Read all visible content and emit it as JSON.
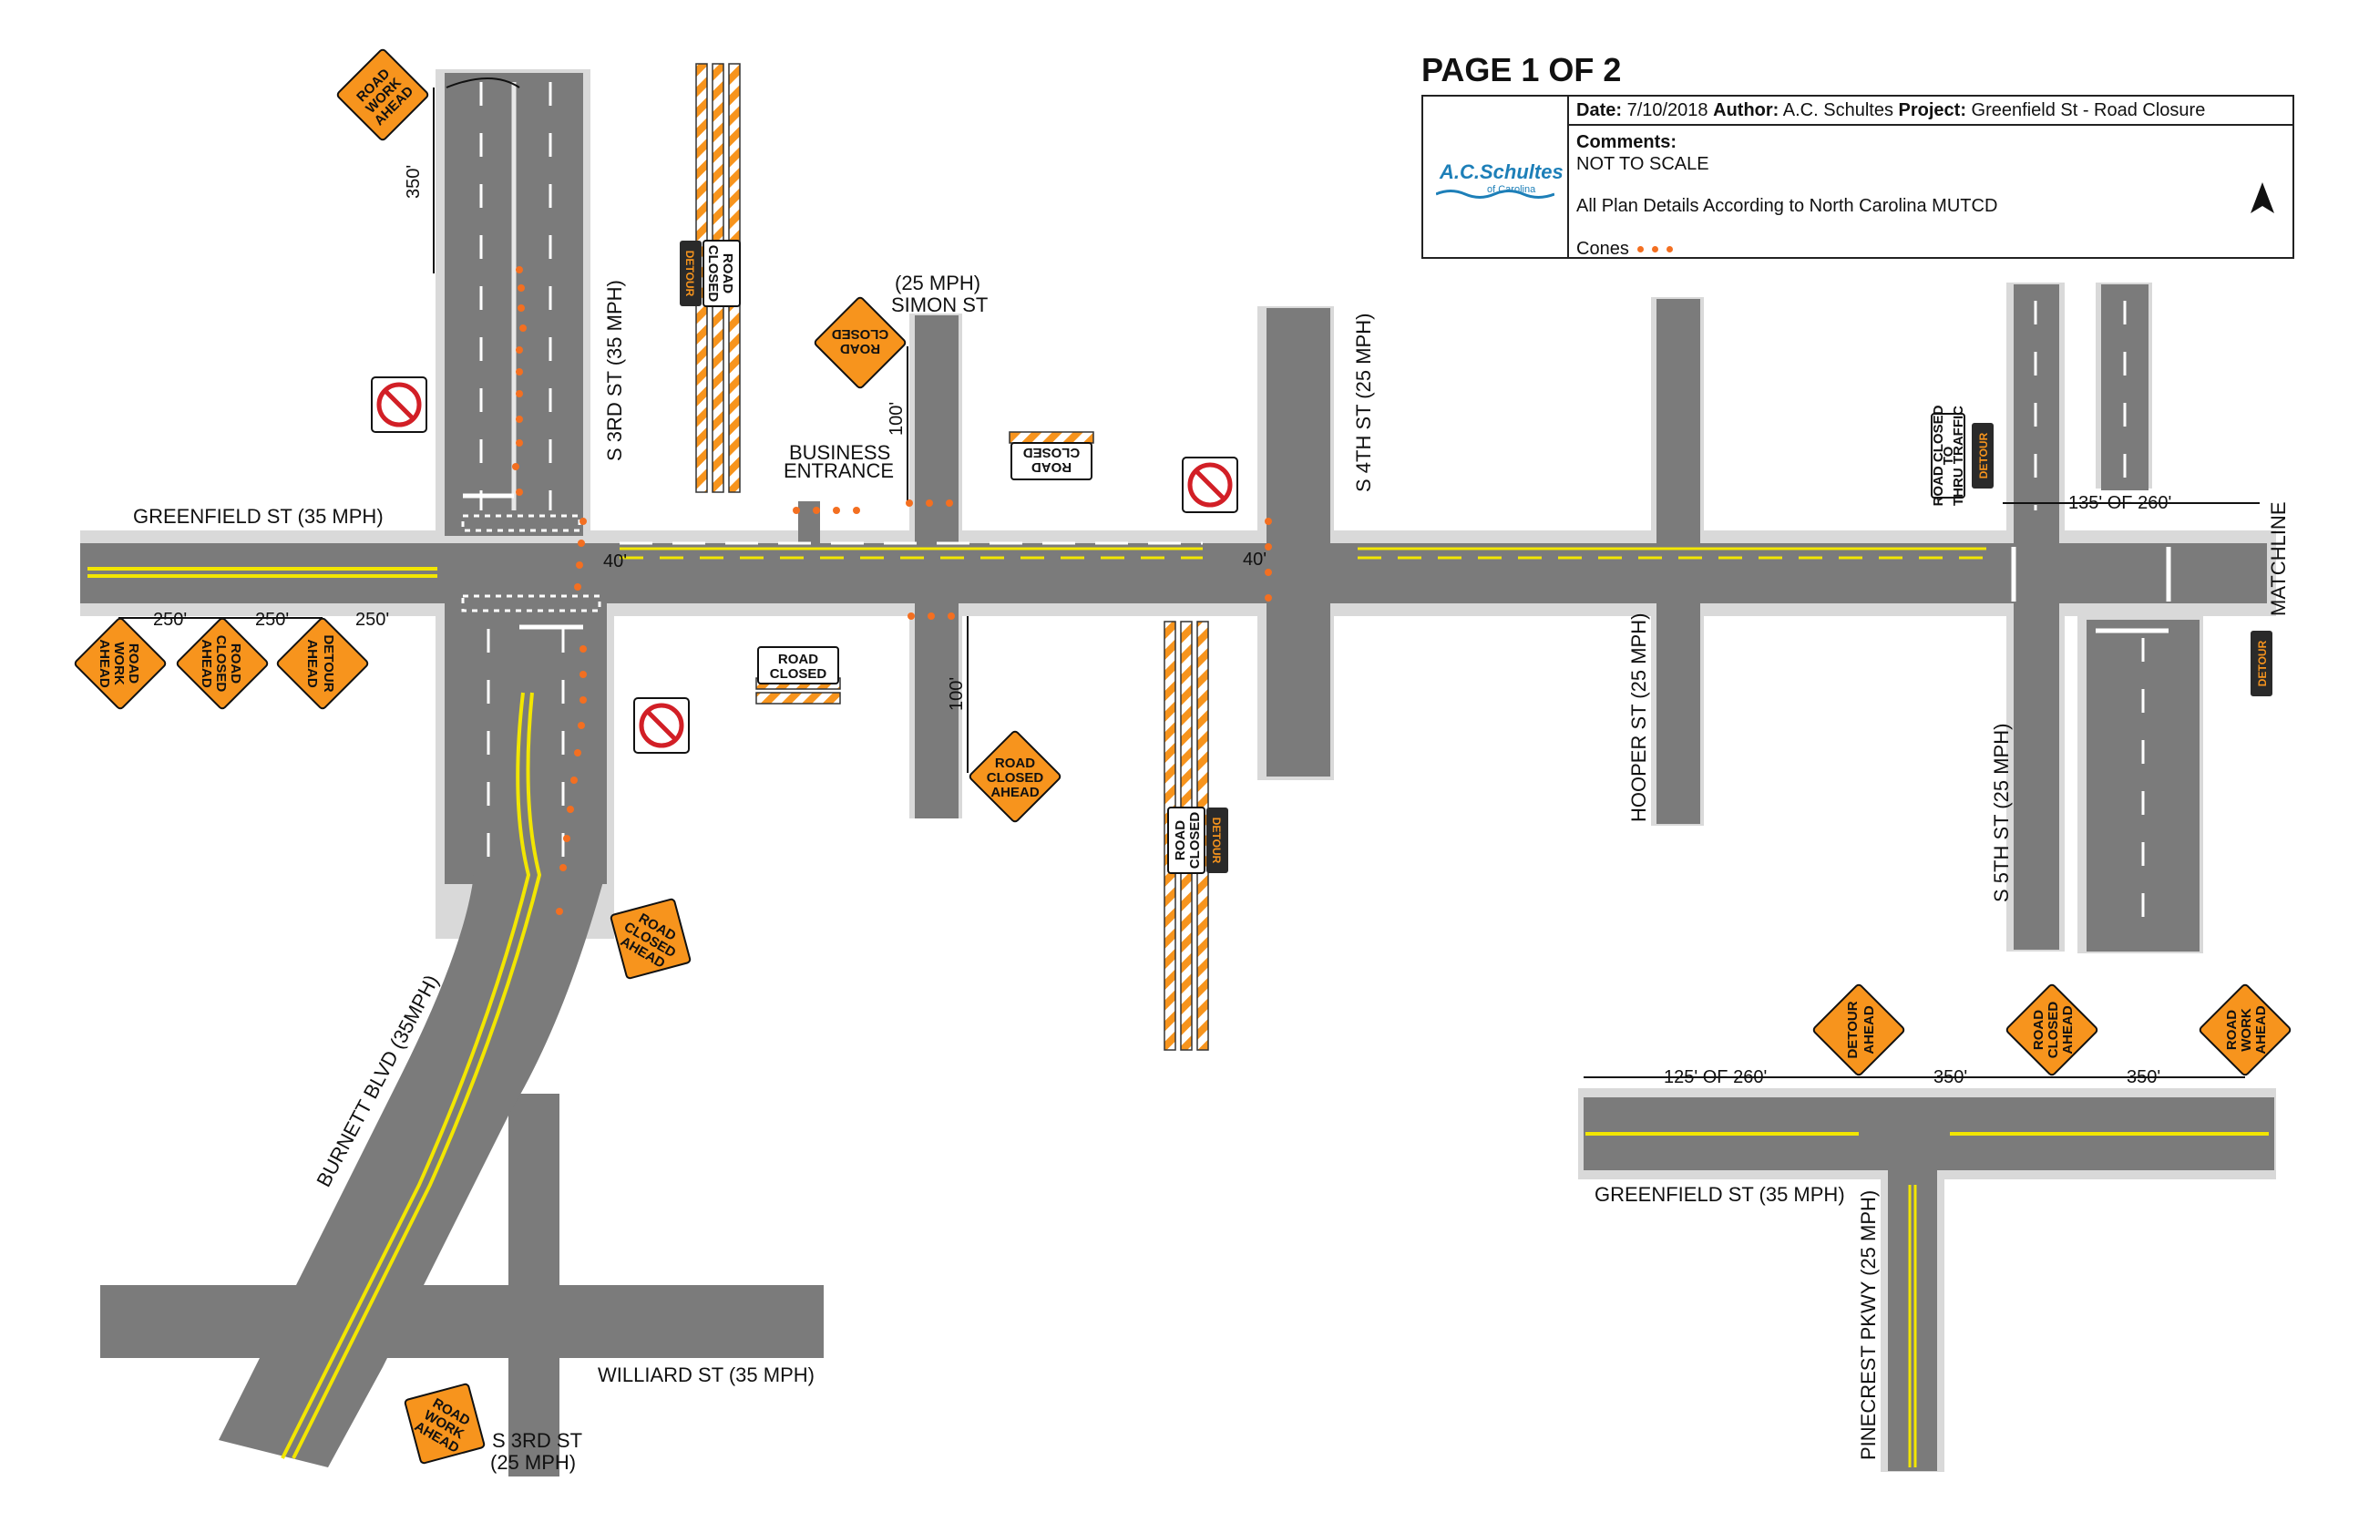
{
  "header": {
    "page_title": "PAGE 1 OF 2",
    "date_label": "Date:",
    "date": "7/10/2018",
    "author_label": "Author:",
    "author": "A.C. Schultes",
    "project_label": "Project:",
    "project": "Greenfield St - Road Closure",
    "comments_label": "Comments:",
    "note1": "NOT TO SCALE",
    "note2": "All Plan Details According to North Carolina MUTCD",
    "cones_label": "Cones",
    "logo_text": "A.C.Schultes",
    "logo_sub": "of Carolina"
  },
  "streets": {
    "greenfield": "GREENFIELD ST (35 MPH)",
    "s3rd_north": "S 3RD ST (35 MPH)",
    "simon_speed": "(25 MPH)",
    "simon": "SIMON ST",
    "business_1": "BUSINESS",
    "business_2": "ENTRANCE",
    "s4th": "S 4TH ST (25 MPH)",
    "hooper": "HOOPER ST (25 MPH)",
    "s5th": "S 5TH ST (25 MPH)",
    "matchline": "MATCHLINE",
    "burnett": "BURNETT BLVD (35MPH)",
    "williard": "WILLIARD ST (35 MPH)",
    "s3rd_south_1": "S 3RD ST",
    "s3rd_south_2": "(25 MPH)",
    "greenfield_inset": "GREENFIELD ST (35 MPH)",
    "pinecrest": "PINECREST PKWY (25 MPH)"
  },
  "dimensions": {
    "d350_vertical": "350'",
    "d250_a": "250'",
    "d250_b": "250'",
    "d250_c": "250'",
    "d100_simon": "100'",
    "d100_south": "100'",
    "d40_a": "40'",
    "d40_b": "40'",
    "d135": "135' OF 260'",
    "inset_125": "125' OF 260'",
    "inset_350_a": "350'",
    "inset_350_b": "350'"
  },
  "signs": {
    "road_work_ahead": [
      "ROAD",
      "WORK",
      "AHEAD"
    ],
    "road_closed_ahead": [
      "ROAD",
      "CLOSED",
      "AHEAD"
    ],
    "detour_ahead": [
      "DETOUR",
      "AHEAD"
    ],
    "road_closed": [
      "ROAD",
      "CLOSED"
    ],
    "detour": "DETOUR",
    "road_closed_thru": [
      "ROAD CLOSED",
      "TO",
      "THRU TRAFFIC"
    ]
  },
  "colors": {
    "road": "#7b7b7b",
    "curb": "#d9d9d9",
    "sign_orange": "#f7941d",
    "cone": "#f36f21",
    "yellow_line": "#f2e600",
    "logo_blue": "#1d7fb8"
  }
}
